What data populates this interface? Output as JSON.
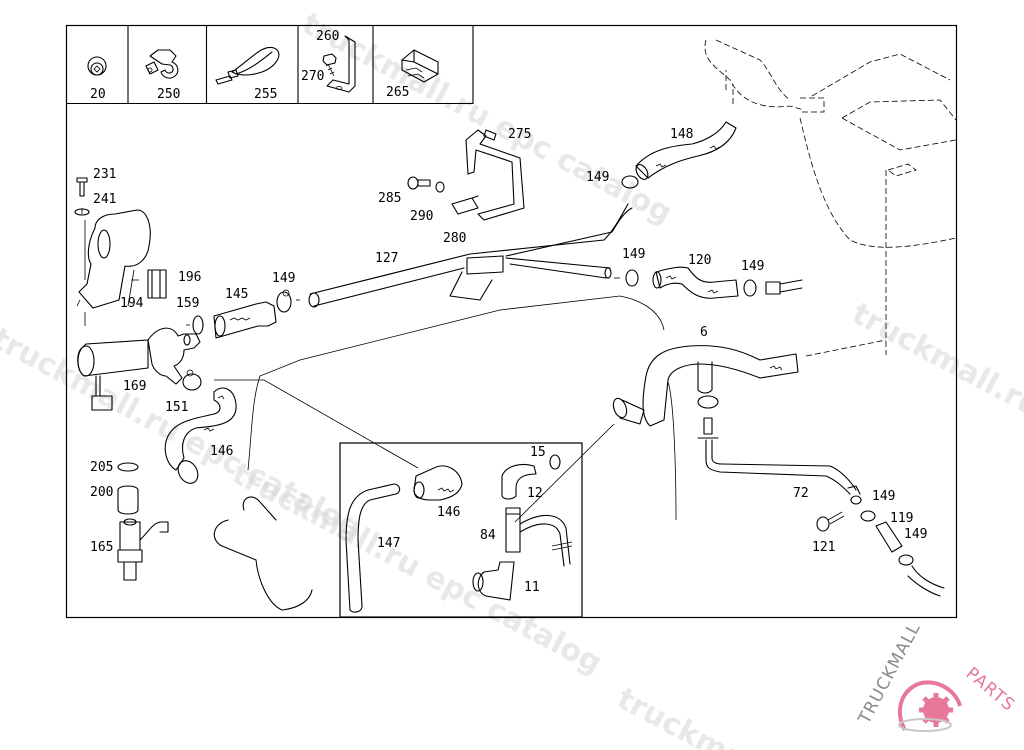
{
  "diagram": {
    "title": "Auxiliary water pump and heater hoses",
    "legend_cells": [
      {
        "label": "20",
        "icon": "cap-nut-icon"
      },
      {
        "label": "250",
        "icon": "hose-clip-icon"
      },
      {
        "label": "255",
        "icon": "cable-tie-icon"
      },
      {
        "label": "260",
        "icon": "angle-bracket-icon"
      },
      {
        "label": "270",
        "icon": "screw-icon"
      },
      {
        "label": "265",
        "icon": "clamp-bracket-icon"
      }
    ],
    "callouts": {
      "c231": "231",
      "c241": "241",
      "c196": "196",
      "c194": "194",
      "c159": "159",
      "c145": "145",
      "c149a": "149",
      "c169": "169",
      "c151": "151",
      "c146a": "146",
      "c205": "205",
      "c200": "200",
      "c165": "165",
      "c127": "127",
      "c285": "285",
      "c290": "290",
      "c280": "280",
      "c275": "275",
      "c148": "148",
      "c149b": "149",
      "c149c": "149",
      "c120": "120",
      "c149d": "149",
      "c6": "6",
      "c72": "72",
      "c149e": "149",
      "c119": "119",
      "c149f": "149",
      "c121": "121",
      "c15": "15",
      "c12": "12",
      "c84": "84",
      "c11": "11",
      "c146b": "146",
      "c147": "147"
    }
  },
  "watermarks": {
    "text1": "truckmall.ru epc catalog",
    "text2": "truckmall.ru epc catalog",
    "text3": "truckmall.ru epc catalog",
    "text4": "truckmall.ru e"
  },
  "logo": {
    "part1": "TRUCKMALL",
    "part2": "PARTS",
    "gray": "#8a8a8a",
    "pink": "#e8789a"
  }
}
